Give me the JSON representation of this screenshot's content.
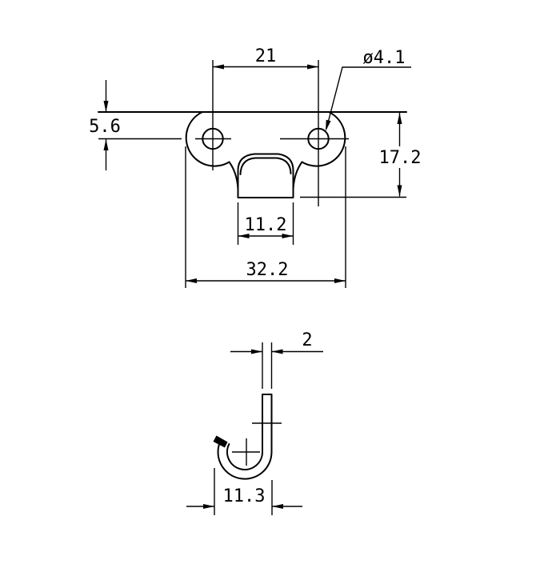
{
  "drawing": {
    "type": "technical-drawing",
    "part": "hook bracket (plan view and side profile)",
    "colors": {
      "line": "#000000",
      "background": "#ffffff"
    },
    "dimensions": {
      "hole_spacing": "21",
      "hole_diameter": "ø4.1",
      "edge_to_hole_center": "5.6",
      "plate_height": "17.2",
      "tab_width": "11.2",
      "overall_width": "32.2",
      "material_thickness": "2",
      "hook_outer_width": "11.3"
    }
  }
}
